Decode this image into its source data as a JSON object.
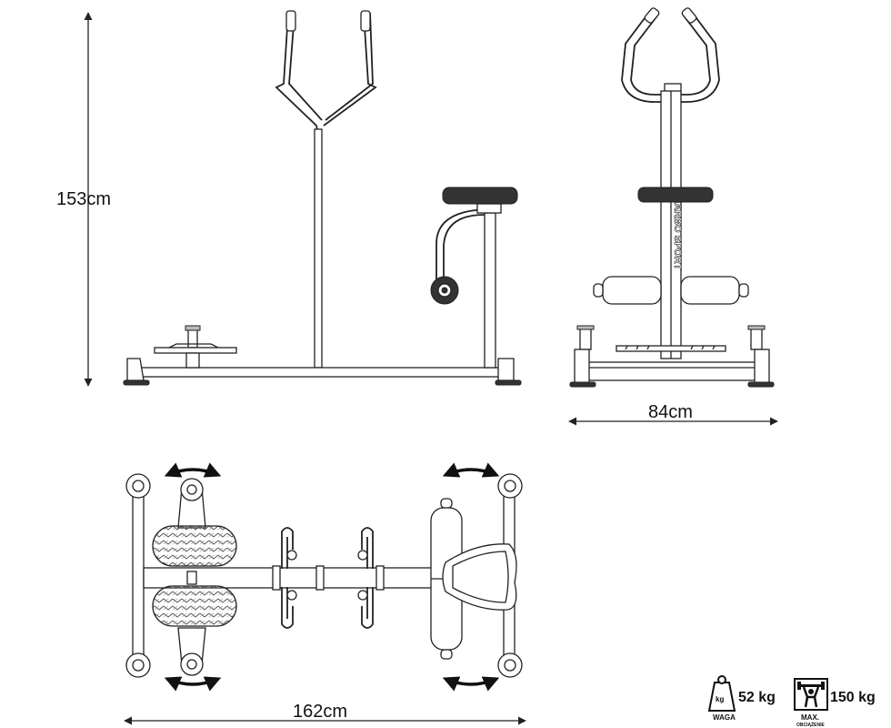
{
  "dimensions": {
    "height_label": "153cm",
    "width_label": "84cm",
    "length_label": "162cm"
  },
  "specs": {
    "weight_icon_text": "kg",
    "weight_value": "52 kg",
    "weight_caption": "WAGA",
    "load_value": "150 kg",
    "load_caption_1": "MAX.",
    "load_caption_2": "OBCIĄŻENIE"
  },
  "brand_text": "MARBO SPORT"
}
